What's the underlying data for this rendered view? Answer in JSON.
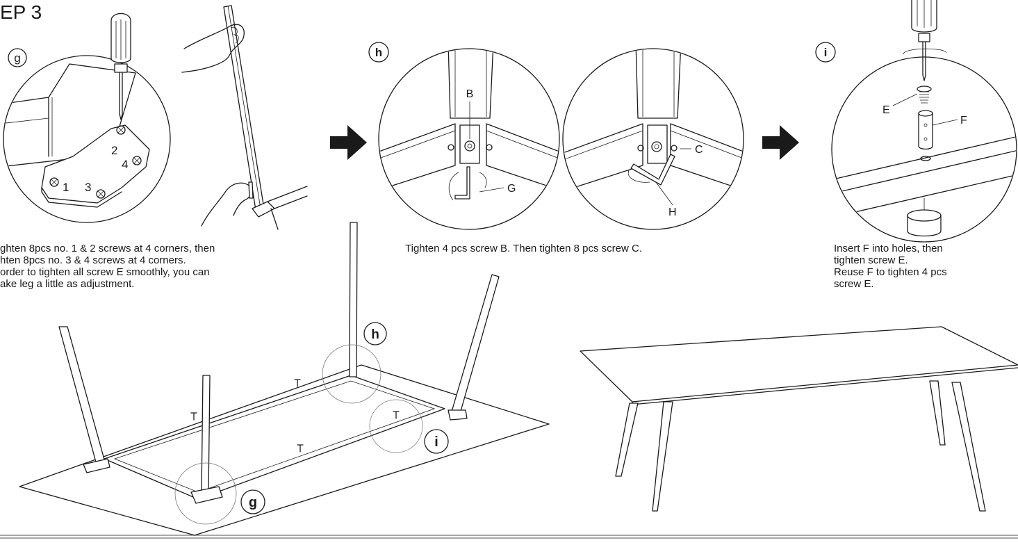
{
  "step": {
    "title": "EP 3"
  },
  "labels": {
    "g_top": "g",
    "h_top": "h",
    "i_top": "i",
    "h_table": "h",
    "i_table": "i",
    "g_table": "g",
    "screw_1": "1",
    "screw_2": "2",
    "screw_3": "3",
    "screw_4": "4",
    "part_b": "B",
    "part_g": "G",
    "part_c": "C",
    "part_h": "H",
    "part_e": "E",
    "part_f": "F"
  },
  "captions": {
    "g": "ghten 8pcs no. 1 & 2 screws at 4 corners, then\nhten 8pcs no. 3 & 4 screws at 4 corners.\norder to tighten all screw E smoothly, you can\nake leg a little as adjustment.",
    "h": "Tighten 4 pcs screw B.  Then tighten 8 pcs screw C.",
    "i": "Insert F into holes, then\ntighten screw E.\nReuse F to tighten 4 pcs\nscrew E."
  },
  "icons": [
    "screwdriver-icon",
    "arrow-right-icon",
    "allen-key-icon",
    "hand-icon"
  ],
  "colors": {
    "ink": "#1a1a1a",
    "background": "#ffffff"
  }
}
